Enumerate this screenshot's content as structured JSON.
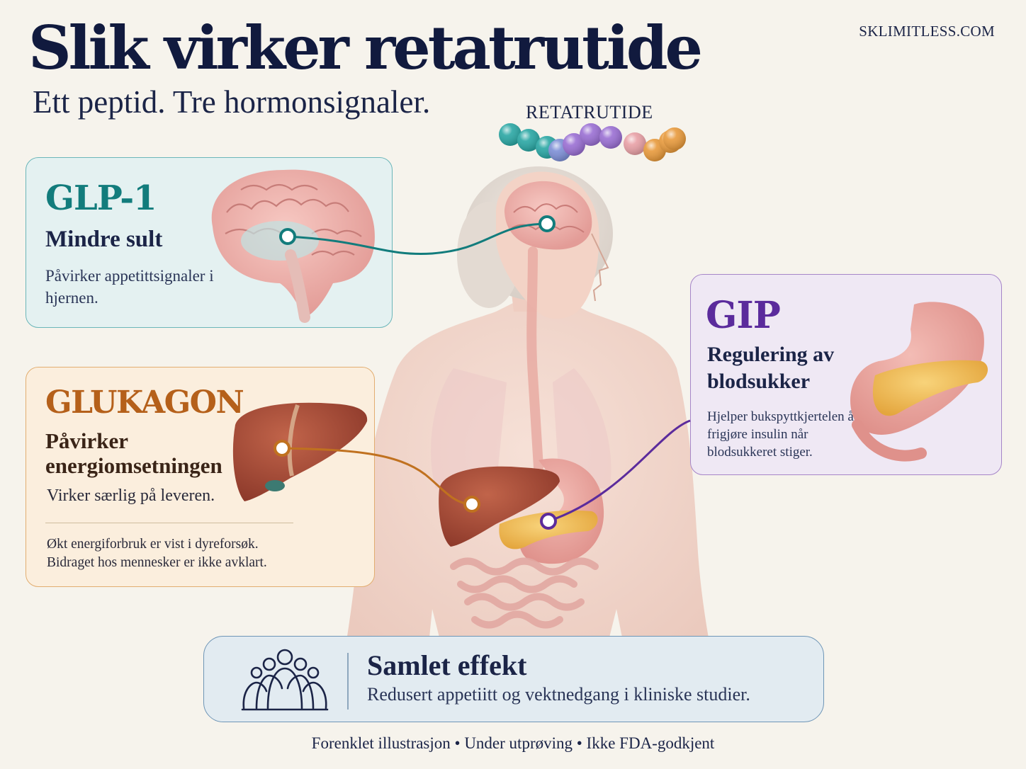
{
  "header": {
    "title": "Slik virker retatrutide",
    "subtitle": "Ett peptid. Tre hormonsignaler.",
    "site": "SKLIMITLESS.COM"
  },
  "peptide": {
    "label": "RETATRUTIDE",
    "bead_colors": [
      "#2aa7a4",
      "#2aa7a4",
      "#2aa7a4",
      "#7d8fd6",
      "#9a6fd3",
      "#9a6fd3",
      "#9a6fd3",
      "#e8a0a6",
      "#e89a3c",
      "#e89a3c",
      "#e89a3c"
    ]
  },
  "glp1": {
    "heading": "GLP-1",
    "subheading": "Mindre sult",
    "body": "Påvirker appetittsignaler i hjernen.",
    "organ": "brain-icon",
    "color": "#127c7c"
  },
  "glucagon": {
    "heading": "GLUKAGON",
    "subheading": "Påvirker energiomsetningen",
    "body": "Virker særlig på leveren.",
    "note_line1": "Økt energiforbruk er vist i dyreforsøk.",
    "note_line2": "Bidraget hos mennesker er ikke avklart.",
    "organ": "liver-icon",
    "color": "#c0711f"
  },
  "gip": {
    "heading": "GIP",
    "subheading": "Regulering av blodsukker",
    "body": "Hjelper bukspyttkjertelen å frigjøre insulin når blodsukkeret stiger.",
    "organ": "pancreas-icon",
    "color": "#5b2b9c"
  },
  "summary": {
    "title": "Samlet effekt",
    "text": "Redusert appetiitt og vektnedgang i kliniske studier.",
    "icon": "people-group-icon"
  },
  "footer": {
    "text": "Forenklet illustrasjon • Under utprøving • Ikke FDA-godkjent"
  }
}
